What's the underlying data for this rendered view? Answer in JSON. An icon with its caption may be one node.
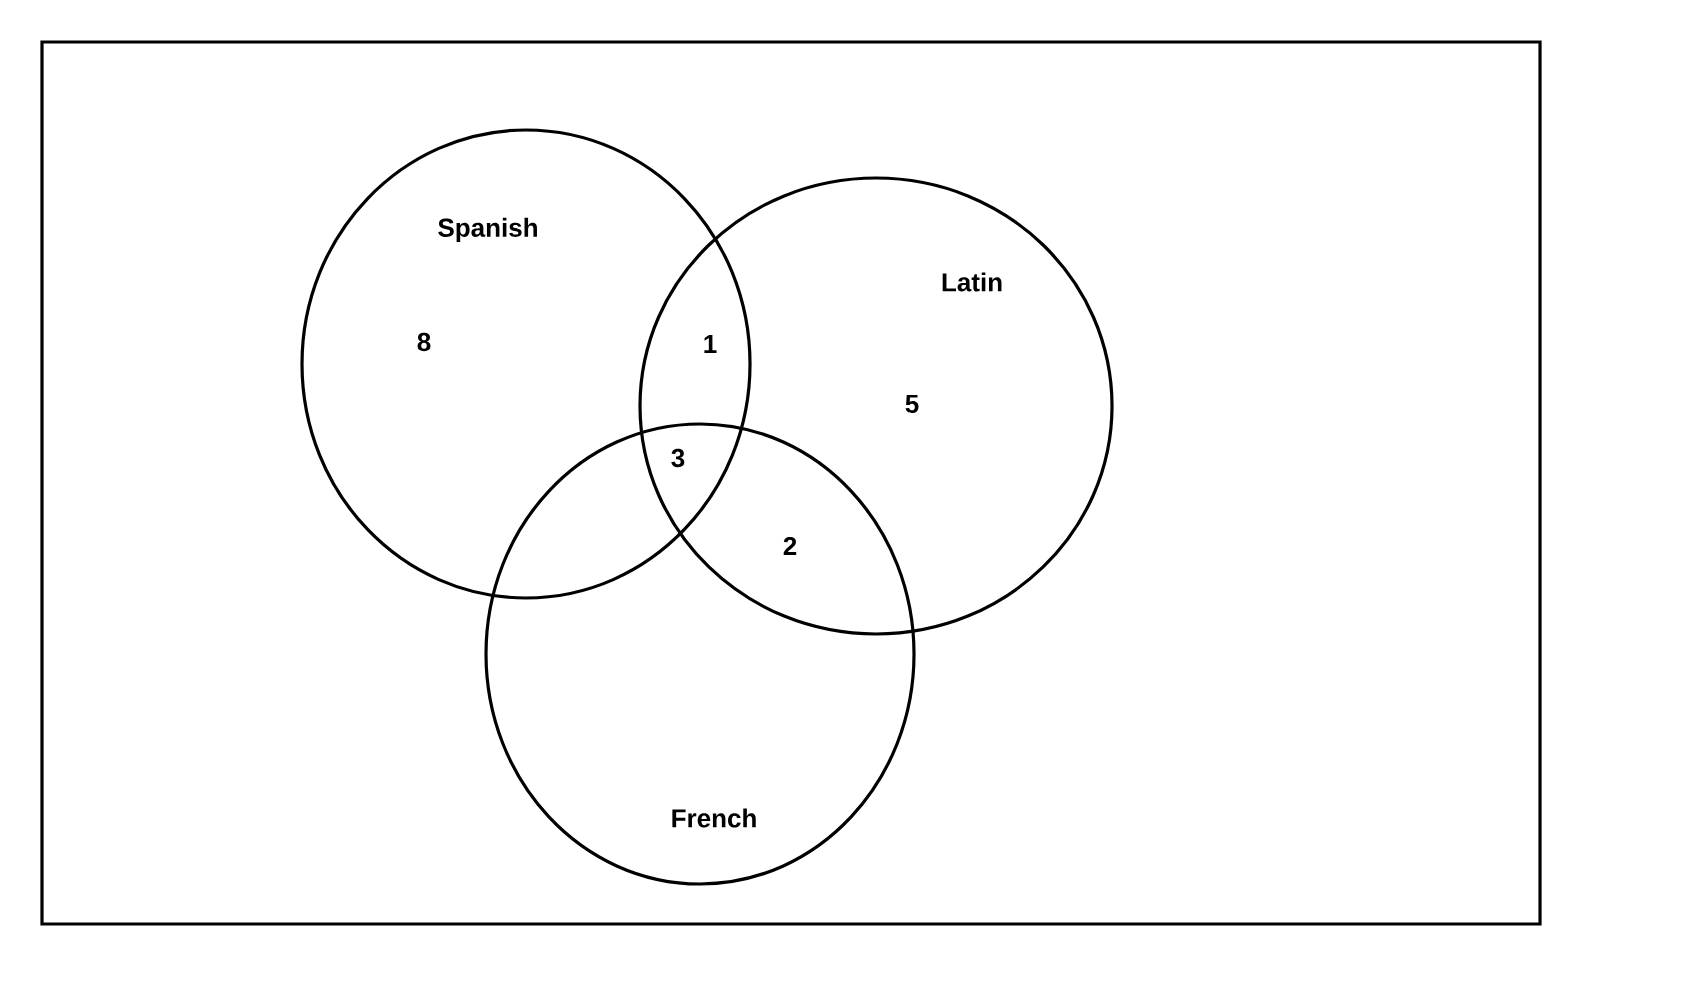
{
  "diagram": {
    "nodes": [
      {
        "text": [
          "Spanish"
        ]
      },
      {
        "text": [
          "Latin"
        ]
      },
      {
        "text": [
          "French"
        ]
      }
    ],
    "labels": [
      "8",
      "1",
      "5",
      "3",
      "2"
    ]
  }
}
